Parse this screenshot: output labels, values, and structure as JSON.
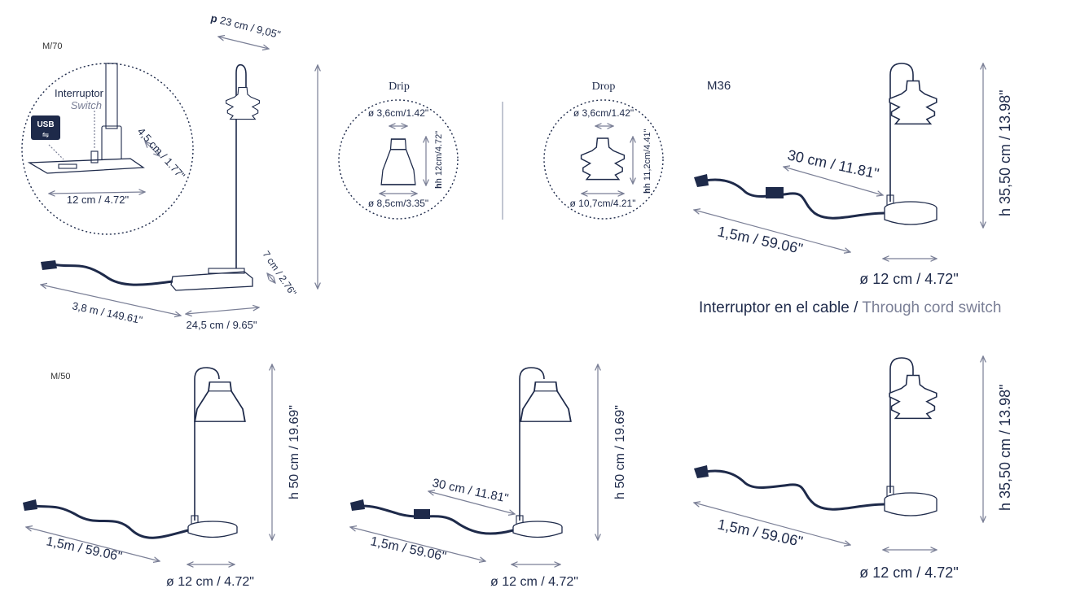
{
  "models": {
    "m70": {
      "code": "M/70",
      "interruptor": "Interruptor",
      "switch": "Switch",
      "usb": "USB",
      "depth": "23 cm / 9,05\"",
      "depth_prefix": "p",
      "detail_width": "12 cm / 4.72\"",
      "detail_height": "4,5 cm / 1.77\"",
      "base_height": "7 cm / 2.76\"",
      "cable": "3,8 m / 149.61\"",
      "base_width": "24,5 cm / 9.65\""
    },
    "drip": {
      "title": "Drip",
      "top": "ø 3,6cm/1.42\"",
      "height": "h 12cm/4.72\"",
      "bottom": "ø 8,5cm/3.35\""
    },
    "drop": {
      "title": "Drop",
      "top": "ø 3,6cm/1.42\"",
      "height": "h 11,2cm/4.41\"",
      "bottom": "ø 10,7cm/4.21\""
    },
    "m36": {
      "code": "M36",
      "arm": "30 cm / 11.81\"",
      "cable": "1,5m / 59.06\"",
      "base": "ø 12 cm / 4.72\"",
      "height": "h 35,50 cm / 13.98\"",
      "note_es": "Interruptor en el cable /",
      "note_en": " Through cord switch"
    },
    "m50": {
      "code": "M/50",
      "height": "h 50 cm / 19.69\"",
      "cable": "1,5m / 59.06\"",
      "base": "ø 12 cm / 4.72\""
    },
    "m50_switch": {
      "arm": "30 cm / 11.81\"",
      "height": "h 50 cm / 19.69\"",
      "cable": "1,5m / 59.06\"",
      "base": "ø 12 cm / 4.72\""
    },
    "m36_plain": {
      "height": "h 35,50 cm / 13.98\"",
      "cable": "1,5m / 59.06\"",
      "base": "ø 12 cm / 4.72\""
    }
  },
  "colors": {
    "ink": "#1e2a4a",
    "dim": "#7a7f96",
    "note_light": "#7a7f96"
  }
}
